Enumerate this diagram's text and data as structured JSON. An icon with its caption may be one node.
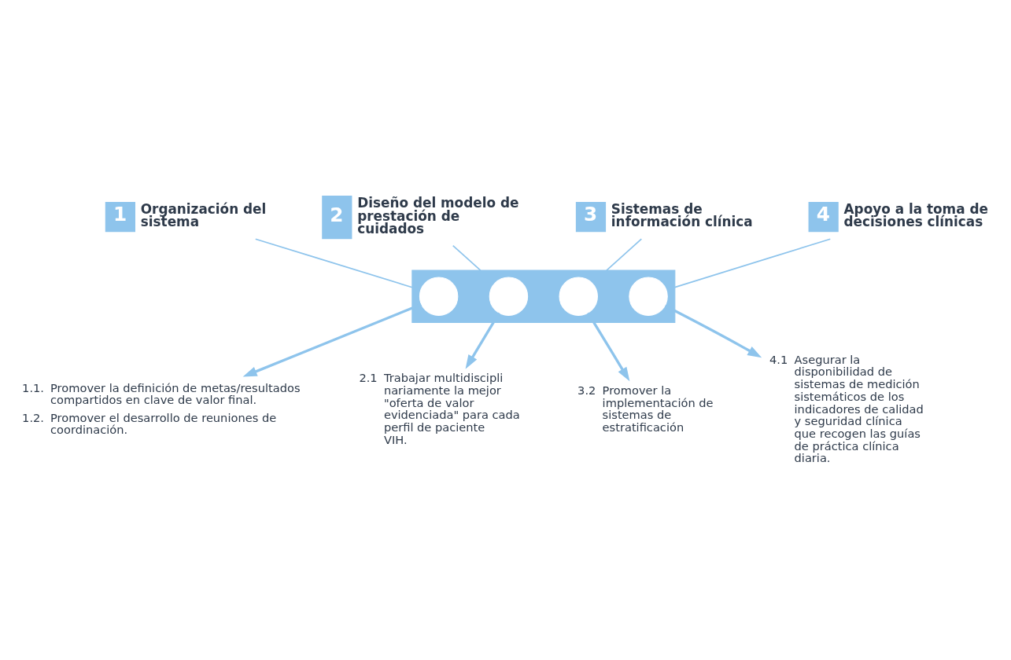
{
  "diagram": {
    "nodes": [
      {
        "text": [],
        "shape": "arrow"
      },
      {
        "text": [
          "1",
          "Organización del sistema"
        ]
      },
      {
        "text": [],
        "shape": "circle",
        "in": 0
      },
      {
        "text": [
          "1.1.",
          "Promover la definición de metas/resultados compartidos en clave de valor final.",
          "1.2.",
          "Promover el desarrollo de reuniones de coordinación."
        ]
      },
      {
        "text": [
          "2",
          "Diseño del modelo de prestación de cuidados"
        ]
      },
      {
        "text": [],
        "shape": "circle",
        "in": 0
      },
      {
        "text": [
          "2.1",
          "Trabajar multidisciplinariamente la mejor \"oferta de valor evidenciada\" para cada perfil de paciente VIH."
        ]
      },
      {
        "text": [
          "3",
          "Sistemas de información clínica"
        ]
      },
      {
        "text": [],
        "shape": "circle",
        "in": 0
      },
      {
        "text": [
          "3.2",
          "Promover la implementación de sistemas de estratificación"
        ]
      },
      {
        "text": [
          "4",
          "Apoyo a la toma de decisiones clínicas"
        ]
      },
      {
        "text": [],
        "shape": "circle",
        "in": 0
      },
      {
        "text": [
          "4.1",
          "Asegurar la disponibilidad de sistemas de medición sistemáticos de los indicadores de calidad y seguridad clínica que recogen las guías de práctica clínica diaria."
        ]
      }
    ],
    "edges": [
      {
        "from": 1,
        "to": 0,
        "arrow": "none"
      },
      {
        "from": 4,
        "to": 0,
        "arrow": "none"
      },
      {
        "from": 7,
        "to": 0,
        "arrow": "none"
      },
      {
        "from": 10,
        "to": 0,
        "arrow": "none"
      },
      {
        "from": 2,
        "to": 3,
        "arrow": "to"
      },
      {
        "from": 5,
        "to": 6,
        "arrow": "to"
      },
      {
        "from": 8,
        "to": 9,
        "arrow": "to"
      },
      {
        "from": 11,
        "to": 12,
        "arrow": "to"
      }
    ]
  }
}
